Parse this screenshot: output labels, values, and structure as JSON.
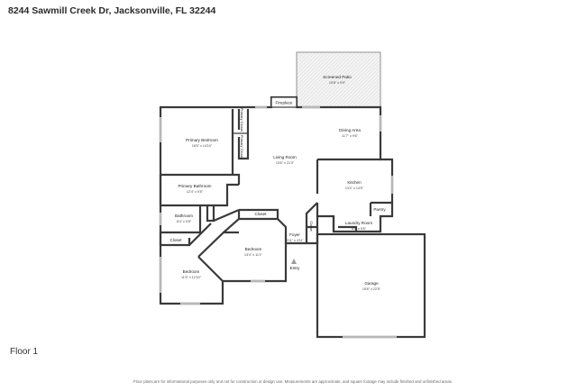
{
  "header": {
    "address": "8244 Sawmill Creek Dr, Jacksonville, FL 32244"
  },
  "plan": {
    "floor_label": "Floor 1",
    "rooms": {
      "screened_patio": {
        "name": "Screened Patio",
        "dims": "15'8\" x 9'9\""
      },
      "fireplace": {
        "name": "Fireplace"
      },
      "dining_area": {
        "name": "Dining Area",
        "dims": "11'7\" x 9'6\""
      },
      "primary_bedroom": {
        "name": "Primary Bedroom",
        "dims": "16'5\" x 14'10\""
      },
      "primary_closet_1": {
        "name": "Primary Closet"
      },
      "primary_closet_2": {
        "name": "Primary Closet"
      },
      "living_room": {
        "name": "Living Room",
        "dims": "13'6\" x 21'3\""
      },
      "kitchen": {
        "name": "Kitchen",
        "dims": "13'4\" x 14'5\""
      },
      "pantry": {
        "name": "Pantry"
      },
      "primary_bathroom": {
        "name": "Primary Bathroom",
        "dims": "12'4\" x 5'5\""
      },
      "bathroom": {
        "name": "Bathroom",
        "dims": "8'4\" x 5'8\""
      },
      "closet_hall": {
        "name": "Closet"
      },
      "closet_left": {
        "name": "Closet"
      },
      "closet_foyer": {
        "name": "Closet"
      },
      "laundry_room": {
        "name": "Laundry Room",
        "dims": "8'4\" x 5'5\""
      },
      "foyer": {
        "name": "Foyer",
        "dims": "5'11\" x 4'11\""
      },
      "bedroom_center": {
        "name": "Bedroom",
        "dims": "13'4\" x 11'1\""
      },
      "bedroom_left": {
        "name": "Bedroom",
        "dims": "11'5\" x 12'10\""
      },
      "garage": {
        "name": "Garage",
        "dims": "19'8\" x 22'5\""
      },
      "entry": {
        "name": "Entry"
      }
    }
  },
  "footer": {
    "disclaimer": "Floor plans are for informational purposes only and not for construction or design use. Measurements are approximate, and square footage may include finished and unfinished areas."
  }
}
